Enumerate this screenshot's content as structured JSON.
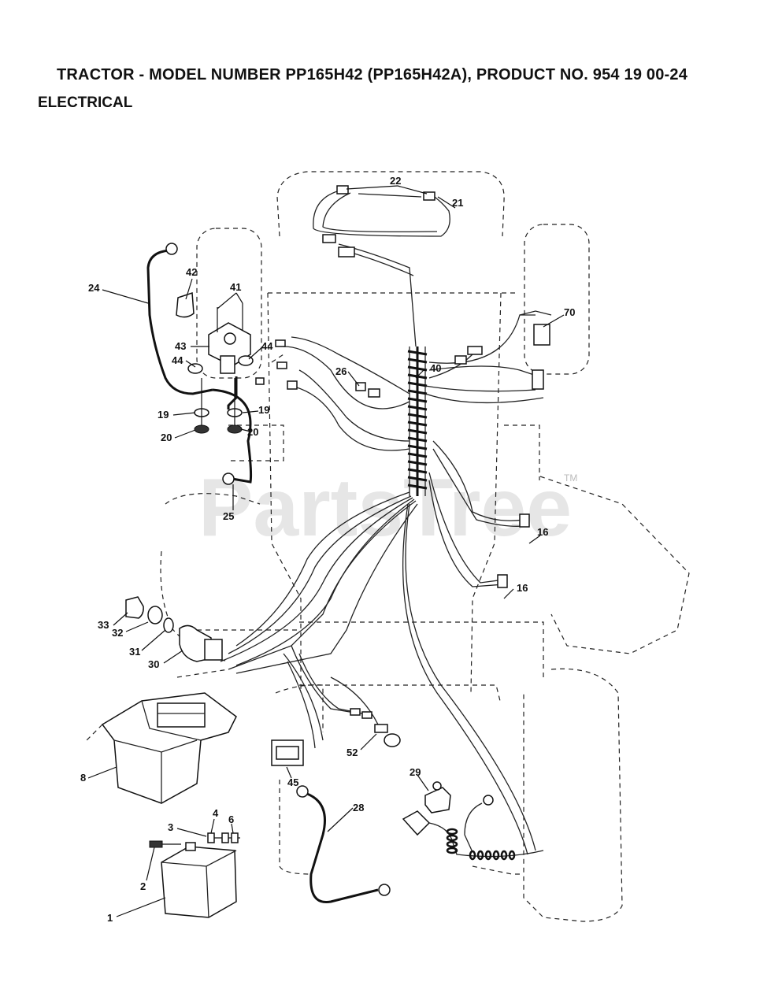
{
  "header": {
    "title": "TRACTOR - MODEL NUMBER PP165H42 (PP165H42A), PRODUCT NO. 954 19 00-24",
    "subtitle": "ELECTRICAL"
  },
  "watermark": {
    "text": "PartsTree",
    "trademark": "TM"
  },
  "callouts": [
    "22",
    "21",
    "42",
    "41",
    "24",
    "70",
    "43",
    "44",
    "44",
    "40",
    "26",
    "19",
    "19",
    "20",
    "20",
    "25",
    "16",
    "16",
    "33",
    "32",
    "31",
    "30",
    "8",
    "52",
    "45",
    "29",
    "28",
    "4",
    "6",
    "3",
    "2",
    "1"
  ]
}
